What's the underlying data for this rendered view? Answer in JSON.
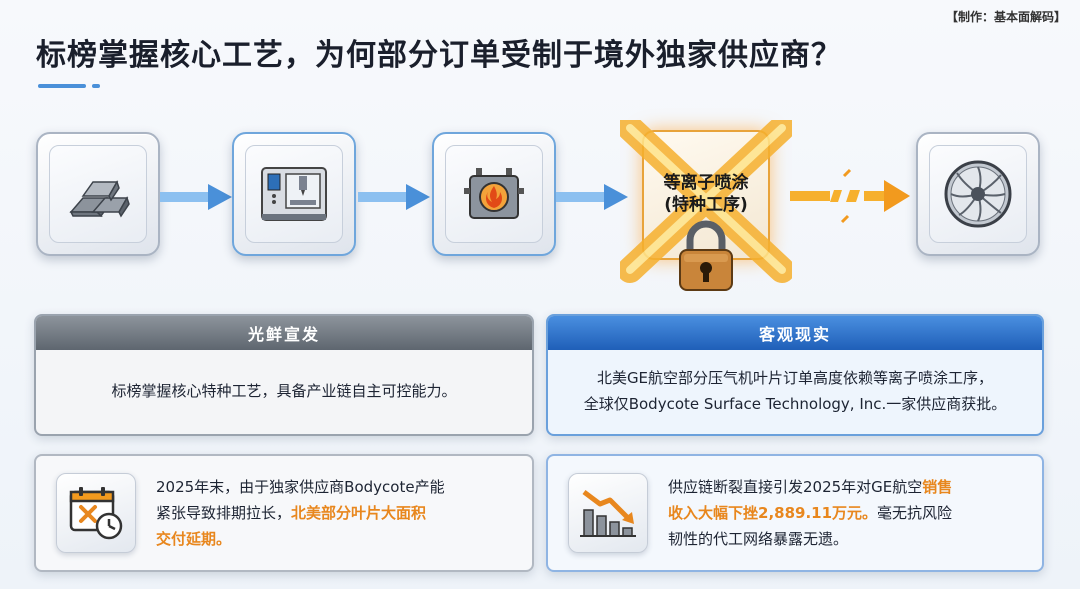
{
  "header": {
    "credit": "【制作：基本面解码】",
    "title": "标榜掌握核心工艺，为何部分订单受制于境外独家供应商？"
  },
  "flow": {
    "steps": [
      {
        "icon": "metal-ingots-icon"
      },
      {
        "icon": "cnc-machine-icon"
      },
      {
        "icon": "furnace-icon"
      },
      {
        "icon": "padlock-icon",
        "label_line1": "等离子喷涂",
        "label_line2": "(特种工序)"
      },
      {
        "icon": "turbine-fan-icon"
      }
    ],
    "colors": {
      "arrow": "#4a90d9",
      "blocked": "#f29a1e"
    }
  },
  "cards": {
    "claim": {
      "heading": "光鲜宣发",
      "text": "标榜掌握核心特种工艺，具备产业链自主可控能力。"
    },
    "reality": {
      "heading": "客观现实",
      "line1": "北美GE航空部分压气机叶片订单高度依赖等离子喷涂工序，",
      "line2": "全球仅Bodycote Surface Technology, Inc.一家供应商获批。"
    },
    "delay": {
      "icon": "calendar-delay-icon",
      "line1": "2025年末，由于独家供应商Bodycote产能",
      "line2_normal": "紧张导致排期拉长，",
      "line2_highlight": "北美部分叶片大面积",
      "line3_highlight": "交付延期。"
    },
    "impact": {
      "icon": "declining-chart-icon",
      "line1_normal": "供应链断裂直接引发2025年对GE航空",
      "line1_highlight": "销售",
      "line2_highlight": "收入大幅下挫2,889.11万元。",
      "line2_normal": "毫无抗风险",
      "line3": "韧性的代工网络暴露无遗。"
    }
  }
}
